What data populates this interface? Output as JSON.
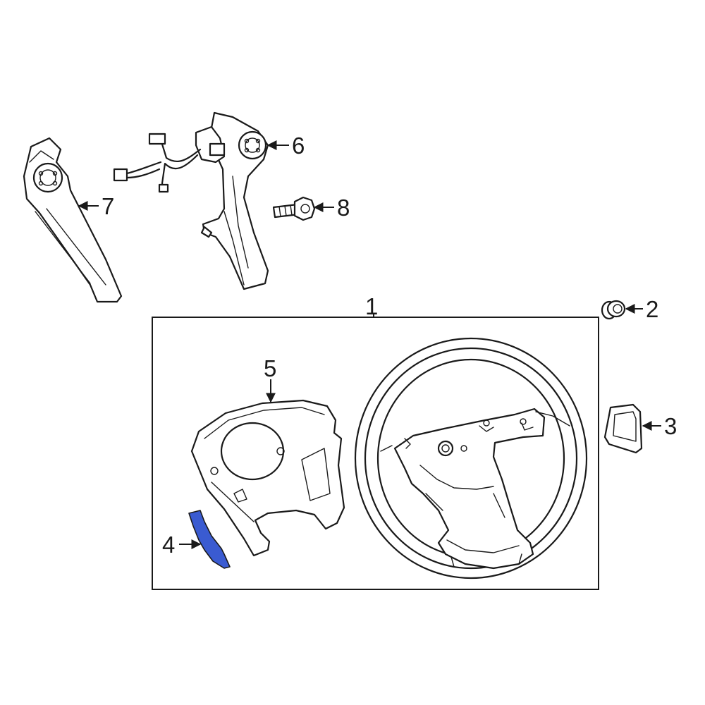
{
  "callouts": {
    "c1": "1",
    "c2": "2",
    "c3": "3",
    "c4": "4",
    "c5": "5",
    "c6": "6",
    "c7": "7",
    "c8": "8"
  },
  "colors": {
    "line": "#1a1a1a",
    "highlight": "#3a5bd1",
    "background": "#ffffff"
  }
}
